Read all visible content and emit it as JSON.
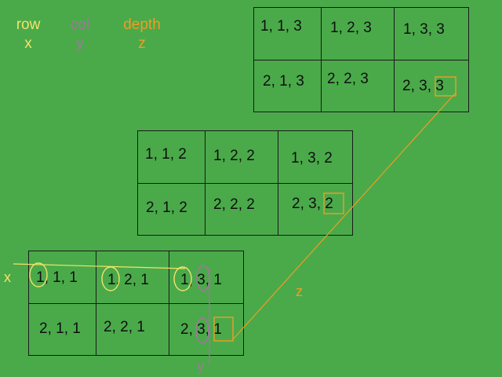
{
  "legend": {
    "row": {
      "title": "row",
      "axis": "x"
    },
    "col": {
      "title": "col",
      "axis": "y"
    },
    "depth": {
      "title": "depth",
      "axis": "z"
    }
  },
  "colors": {
    "background": "#4aaa4a",
    "row_axis": "#f2e36a",
    "col_axis": "#a4749e",
    "depth_axis": "#f29c22"
  },
  "layers": {
    "z3": [
      [
        "1, 1, 3",
        "1, 2, 3",
        "1, 3, 3"
      ],
      [
        "2, 1, 3",
        "2, 2, 3",
        "2, 3, 3"
      ]
    ],
    "z2": [
      [
        "1, 1, 2",
        "1, 2, 2",
        "1, 3, 2"
      ],
      [
        "2, 1, 2",
        "2, 2, 2",
        "2, 3, 2"
      ]
    ],
    "z1": [
      [
        "1, 1, 1",
        "1, 2, 1",
        "1, 3, 1"
      ],
      [
        "2, 1, 1",
        "2, 2, 1",
        "2, 3, 1"
      ]
    ]
  },
  "axes": {
    "x": "x",
    "y": "y",
    "z": "z"
  }
}
